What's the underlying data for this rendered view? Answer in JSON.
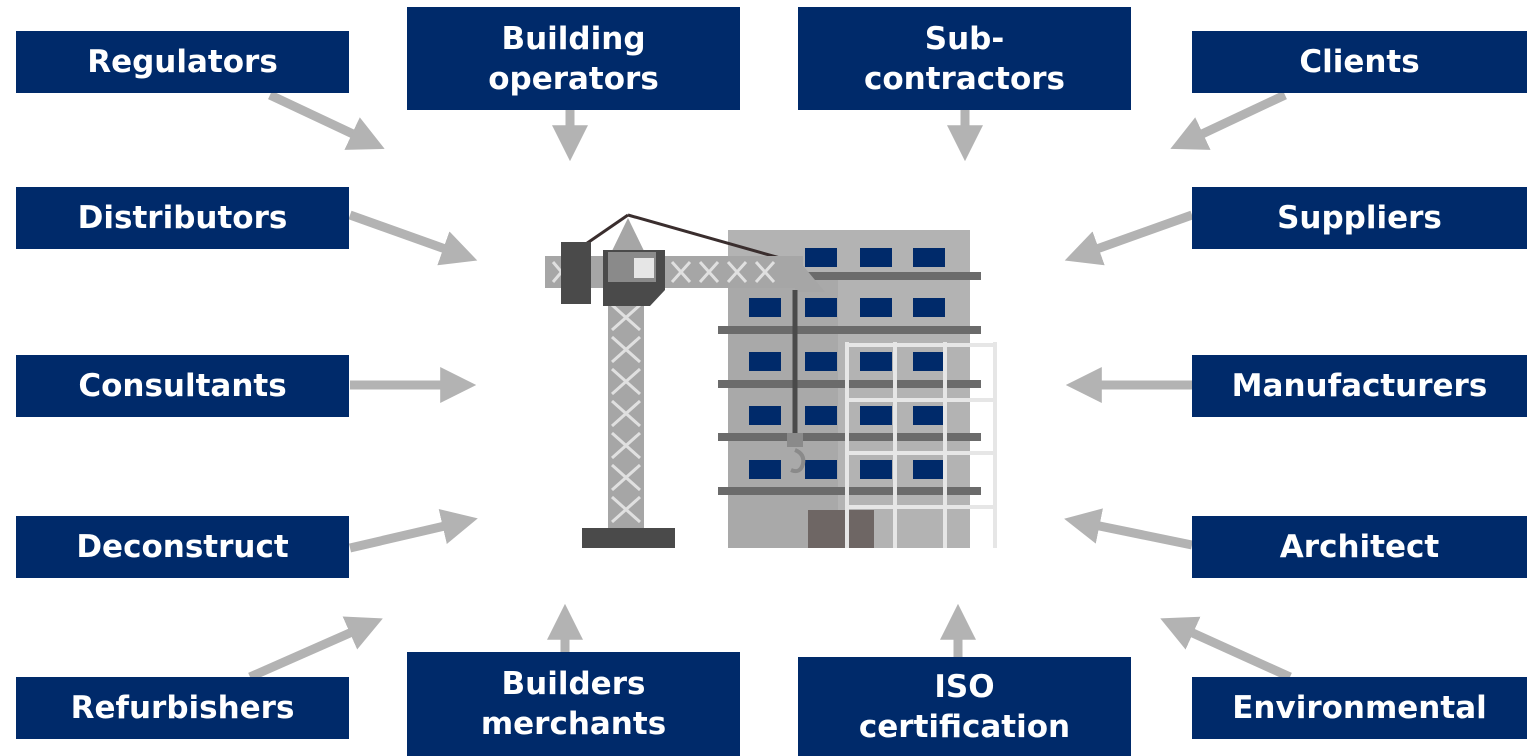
{
  "colors": {
    "box_fill": "#002a6a",
    "box_text": "#ffffff",
    "arrow": "#b3b3b3",
    "building": "#b3b3b3",
    "window": "#002a6a",
    "crane": "#a6a6a6",
    "crane_dark": "#4a4a4a"
  },
  "stakeholders": {
    "regulators": "Regulators",
    "building_operators": {
      "line1": "Building",
      "line2": "operators"
    },
    "sub_contractors": {
      "line1": "Sub-",
      "line2": "contractors"
    },
    "clients": "Clients",
    "distributors": "Distributors",
    "suppliers": "Suppliers",
    "consultants": "Consultants",
    "manufacturers": "Manufacturers",
    "deconstruct": "Deconstruct",
    "architect": "Architect",
    "refurbishers": "Refurbishers",
    "builders_merchants": {
      "line1": "Builders",
      "line2": "merchants"
    },
    "iso_certification": {
      "line1": "ISO",
      "line2": "certification"
    },
    "environmental": "Environmental"
  },
  "center_icon": "construction-site-icon"
}
